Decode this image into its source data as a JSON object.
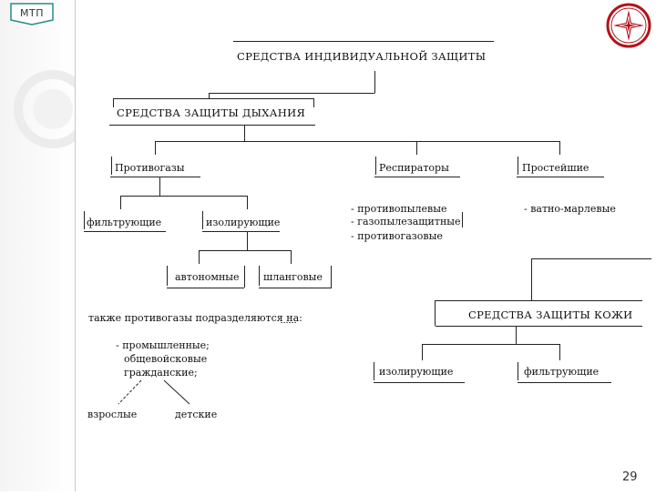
{
  "header": {
    "badge_text": "МТП"
  },
  "diagram": {
    "title": "СРЕДСТВА ИНДИВИДУАЛЬНОЙ ЗАЩИТЫ",
    "breathing": {
      "title": "СРЕДСТВА ЗАЩИТЫ ДЫХАНИЯ",
      "gas_masks": "Противогазы",
      "respirators": "Респираторы",
      "simplest": "Простейшие",
      "filtering": "фильтрующие",
      "isolating": "изолирующие",
      "autonomous": "автономные",
      "hose": "шланговые",
      "respirator_types": [
        "- противопылевые",
        "- газопылезащитные",
        "- противогазовые"
      ],
      "simplest_types": "- ватно-марлевые"
    },
    "classification": {
      "intro": "также противогазы подразделяются на:",
      "items": [
        "- промышленные;",
        "общевойсковые",
        "гражданские;"
      ],
      "adult": "взрослые",
      "children": "детские"
    },
    "skin": {
      "title": "СРЕДСТВА ЗАЩИТЫ КОЖИ",
      "isolating": "изолирующие",
      "filtering": "фильтрующие"
    }
  },
  "footer": {
    "page_number": "29"
  },
  "colors": {
    "logo_ring": "#b0141c",
    "badge_border": "#2a8a8a"
  }
}
